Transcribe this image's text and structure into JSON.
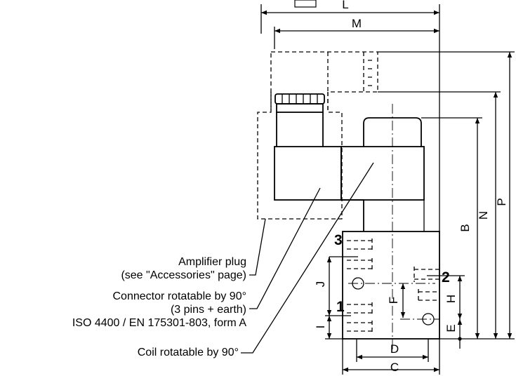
{
  "dimensions": {
    "L": "L",
    "M": "M",
    "B": "B",
    "N": "N",
    "P": "P",
    "J": "J",
    "F": "F",
    "H": "H",
    "E": "E",
    "I": "I",
    "D": "D",
    "C": "C"
  },
  "ports": {
    "p1": "1",
    "p2": "2",
    "p3": "3"
  },
  "callouts": {
    "amplifier_line1": "Amplifier plug",
    "amplifier_line2": "(see \"Accessories\" page)",
    "connector_line1": "Connector rotatable by 90°",
    "connector_line2": "(3 pins + earth)",
    "connector_line3": "ISO 4400 / EN 175301-803, form A",
    "coil": "Coil rotatable by 90°"
  }
}
